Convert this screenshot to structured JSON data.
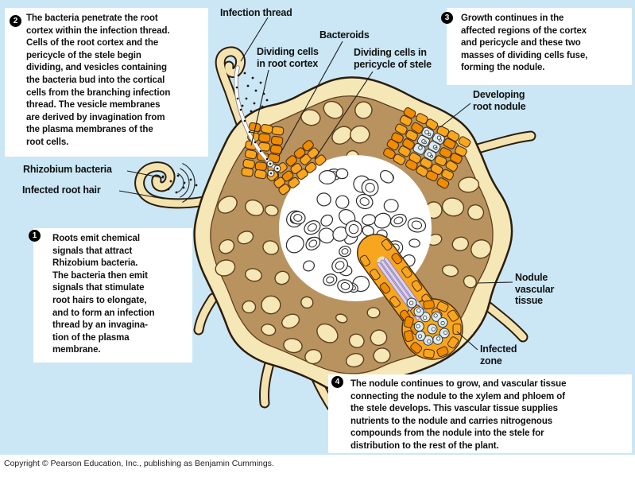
{
  "figure": {
    "steps": [
      {
        "number": "1",
        "text": "Roots emit chemical\nsignals that attract\nRhizobium bacteria.\nThe bacteria then emit\nsignals that stimulate\nroot hairs to elongate,\nand to form an infection\nthread by an invagina-\ntion of the plasma\nmembrane."
      },
      {
        "number": "2",
        "text": "The bacteria penetrate the root\ncortex within the infection thread.\nCells of the root cortex and the\npericycle of the stele begin\ndividing, and vesicles containing\nthe bacteria bud into the cortical\ncells from the branching infection\nthread. The vesicle membranes\nare derived by invagination from\nthe plasma membranes of the\nroot cells."
      },
      {
        "number": "3",
        "text": "Growth continues in the\naffected regions of the cortex\nand pericycle and these two\nmasses of dividing cells fuse,\nforming the nodule."
      },
      {
        "number": "4",
        "text": "The nodule continues to grow, and vascular tissue\nconnecting the nodule to the xylem and phloem of\nthe stele develops. This vascular tissue supplies\nnutrients to the nodule and carries nitrogenous\ncompounds from the nodule into the stele for\ndistribution to the rest of the plant."
      }
    ],
    "labels": {
      "infection_thread": "Infection thread",
      "bacteroids": "Bacteroids",
      "dividing_cells_root_cortex": "Dividing cells\nin root cortex",
      "dividing_cells_pericycle": "Dividing cells in\npericycle of stele",
      "developing_root_nodule": "Developing\nroot nodule",
      "rhizobium_bacteria": "Rhizobium bacteria",
      "infected_root_hair": "Infected root hair",
      "nodule_vascular_tissue": "Nodule\nvascular\ntissue",
      "infected_zone": "Infected\nzone"
    },
    "copyright": "Copyright © Pearson Education, Inc., publishing as Benjamin Cummings."
  },
  "colors": {
    "background": "#cbe7f5",
    "panel": "#ffffff",
    "text": "#111111",
    "cream": "#f6e7b6",
    "brown": "#b9935f",
    "cell_stroke": "#5d3f1d",
    "outline": "#2b1d0e",
    "orange": "#f9a61f",
    "orange_dark": "#f08c00",
    "orange_stroke": "#4a2d10",
    "stele_stroke": "#2b2b2b",
    "bacteroid": "#d9ebf3",
    "lavender": "#dcd2f2",
    "lavender_dark": "#8f80bb",
    "hair": "#f4e3ae",
    "label_line": "#1a1a1a"
  }
}
